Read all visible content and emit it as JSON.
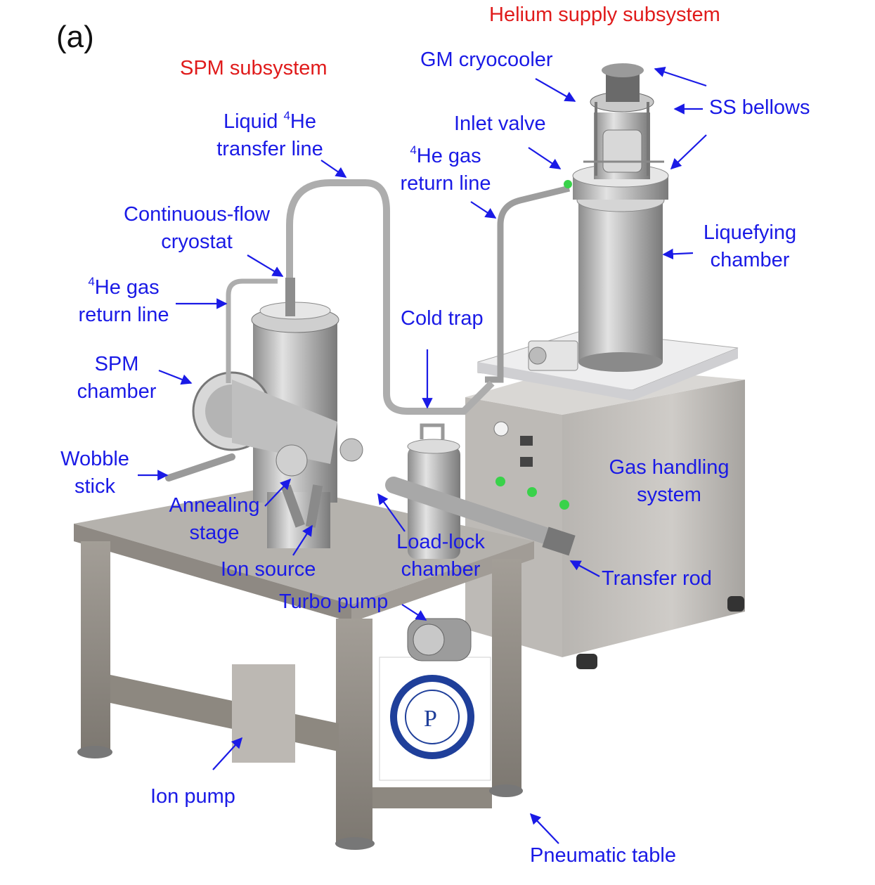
{
  "panel_label": "(a)",
  "subsystems": {
    "helium": "Helium supply subsystem",
    "spm": "SPM subsystem"
  },
  "labels": {
    "gm_cryocooler": "GM cryocooler",
    "ss_bellows": "SS bellows",
    "inlet_valve": "Inlet valve",
    "he_return_right_1": "He gas",
    "he_return_right_2": "return line",
    "he_sup": "4",
    "liquid_transfer_1": "Liquid ",
    "liquid_transfer_1b": "He",
    "liquid_transfer_2": "transfer line",
    "continuous_flow_1": "Continuous-flow",
    "continuous_flow_2": "cryostat",
    "liquefying_1": "Liquefying",
    "liquefying_2": "chamber",
    "he_return_left_1": "He gas",
    "he_return_left_2": "return line",
    "cold_trap": "Cold trap",
    "spm_chamber_1": "SPM",
    "spm_chamber_2": "chamber",
    "wobble_1": "Wobble",
    "wobble_2": "stick",
    "gas_handling_1": "Gas handling",
    "gas_handling_2": "system",
    "annealing_1": "Annealing",
    "annealing_2": "stage",
    "load_lock_1": "Load-lock",
    "load_lock_2": "chamber",
    "ion_source": "Ion source",
    "transfer_rod": "Transfer rod",
    "turbo_pump": "Turbo pump",
    "ion_pump": "Ion pump",
    "pneumatic_table": "Pneumatic table"
  },
  "colors": {
    "label_blue": "#1a1ae6",
    "label_red": "#e01b1b",
    "metal": "#b9b9b9",
    "frame": "#8f8a83",
    "cabinet": "#c9c7c4",
    "indicator_green": "#39d24a"
  }
}
